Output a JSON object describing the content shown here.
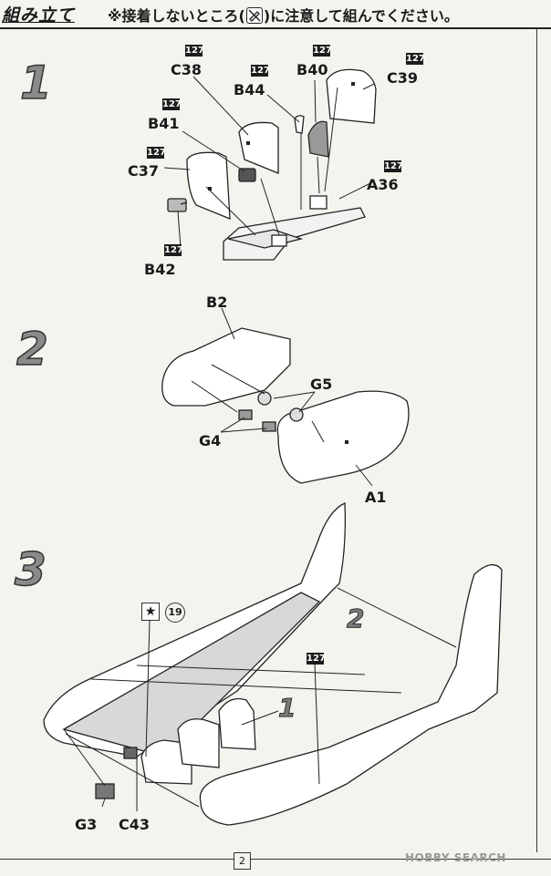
{
  "header": {
    "title": "組み立て",
    "note_prefix": "※接着しないところ(",
    "note_suffix": ")に注意して組んでください。",
    "note_icon": "no-glue-icon"
  },
  "steps": [
    {
      "number": "1",
      "parts": [
        {
          "badge": "127",
          "label": "C38"
        },
        {
          "badge": "127",
          "label": "B44"
        },
        {
          "badge": "127",
          "label": "B40"
        },
        {
          "badge": "127",
          "label": "C39"
        },
        {
          "badge": "127",
          "label": "B41"
        },
        {
          "badge": "127",
          "label": "C37"
        },
        {
          "badge": "127",
          "label": "A36"
        },
        {
          "badge": "127",
          "label": "B42"
        }
      ]
    },
    {
      "number": "2",
      "parts": [
        {
          "label": "B2"
        },
        {
          "label": "G5"
        },
        {
          "label": "G4"
        },
        {
          "label": "A1"
        }
      ]
    },
    {
      "number": "3",
      "callouts": [
        "2",
        "1"
      ],
      "badge": "127",
      "paint": {
        "star": "★",
        "color_ref": "19"
      },
      "parts": [
        {
          "label": "G3"
        },
        {
          "label": "C43"
        }
      ]
    }
  ],
  "footer": {
    "page": "2",
    "watermark": "HOBBY SEARCH"
  }
}
